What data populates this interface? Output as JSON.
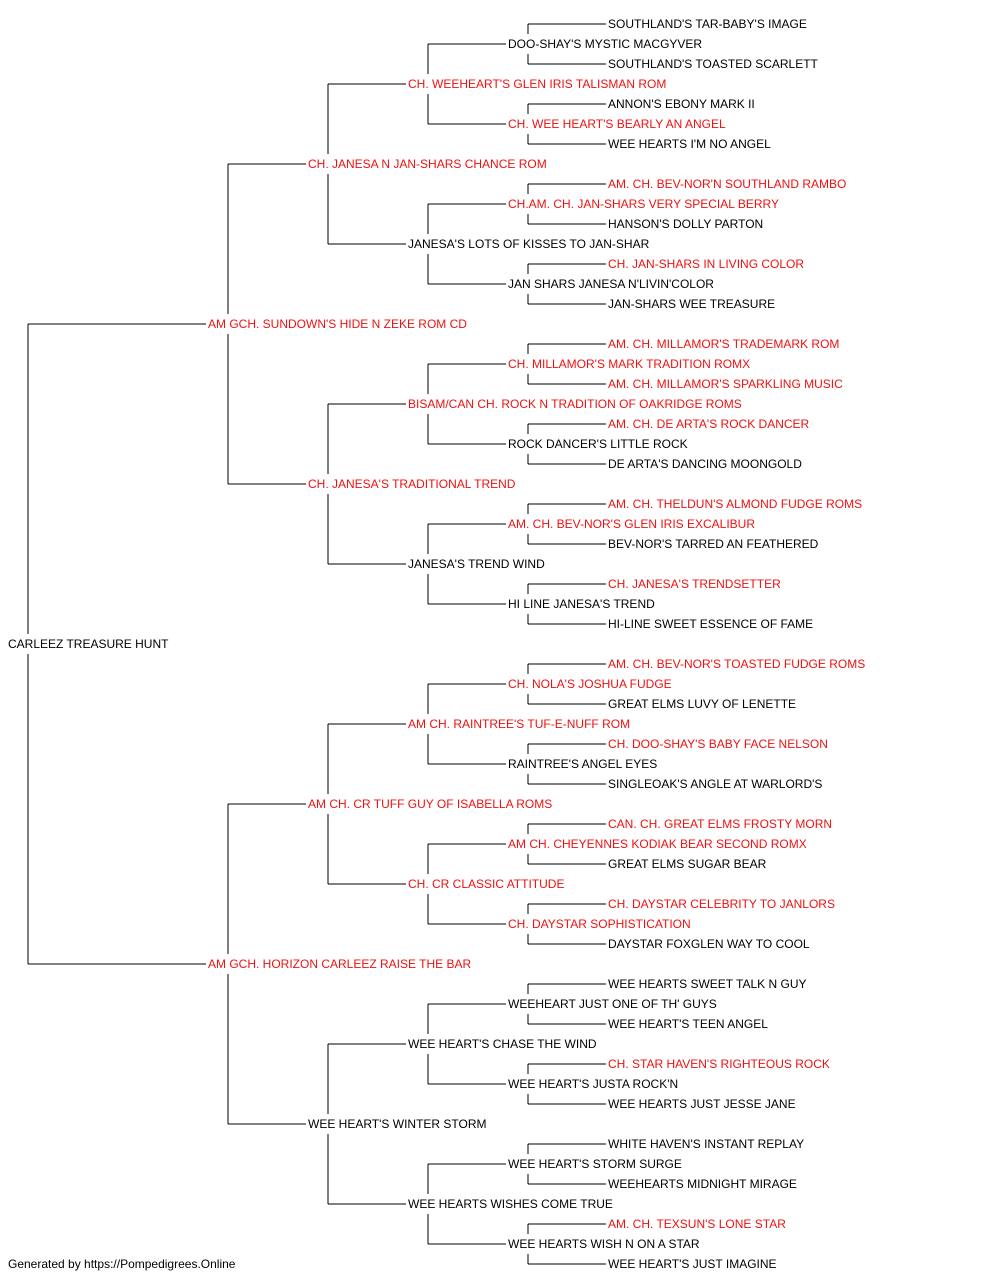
{
  "colors": {
    "champion": "#ee1111",
    "regular": "#000000",
    "line": "#000000"
  },
  "footer": "Generated by https://Pompedigrees.Online",
  "pedigree": {
    "name": "CARLEEZ TREASURE HUNT",
    "champion": false,
    "sire": {
      "name": "AM GCH. SUNDOWN'S HIDE N ZEKE ROM CD",
      "champion": true,
      "sire": {
        "name": "CH. JANESA N JAN-SHARS CHANCE ROM",
        "champion": true,
        "sire": {
          "name": "CH. WEEHEART'S GLEN IRIS TALISMAN ROM",
          "champion": true,
          "sire": {
            "name": "DOO-SHAY'S MYSTIC MACGYVER",
            "champion": false,
            "sire": {
              "name": "SOUTHLAND'S TAR-BABY'S IMAGE",
              "champion": false
            },
            "dam": {
              "name": "SOUTHLAND'S TOASTED SCARLETT",
              "champion": false
            }
          },
          "dam": {
            "name": "CH. WEE HEART'S BEARLY AN ANGEL",
            "champion": true,
            "sire": {
              "name": "ANNON'S EBONY MARK II",
              "champion": false
            },
            "dam": {
              "name": "WEE HEARTS I'M NO ANGEL",
              "champion": false
            }
          }
        },
        "dam": {
          "name": "JANESA'S LOTS OF KISSES TO JAN-SHAR",
          "champion": false,
          "sire": {
            "name": "CH.AM. CH. JAN-SHARS VERY SPECIAL BERRY",
            "champion": true,
            "sire": {
              "name": "AM. CH. BEV-NOR'N SOUTHLAND RAMBO",
              "champion": true
            },
            "dam": {
              "name": "HANSON'S DOLLY PARTON",
              "champion": false
            }
          },
          "dam": {
            "name": "JAN SHARS JANESA N'LIVIN'COLOR",
            "champion": false,
            "sire": {
              "name": "CH. JAN-SHARS IN LIVING COLOR",
              "champion": true
            },
            "dam": {
              "name": "JAN-SHARS WEE TREASURE",
              "champion": false
            }
          }
        }
      },
      "dam": {
        "name": "CH. JANESA'S TRADITIONAL TREND",
        "champion": true,
        "sire": {
          "name": "BISAM/CAN CH. ROCK N TRADITION OF OAKRIDGE ROMS",
          "champion": true,
          "sire": {
            "name": "CH. MILLAMOR'S MARK TRADITION ROMX",
            "champion": true,
            "sire": {
              "name": "AM. CH. MILLAMOR'S TRADEMARK ROM",
              "champion": true
            },
            "dam": {
              "name": "AM. CH. MILLAMOR'S SPARKLING MUSIC",
              "champion": true
            }
          },
          "dam": {
            "name": "ROCK DANCER'S LITTLE ROCK",
            "champion": false,
            "sire": {
              "name": "AM. CH. DE ARTA'S ROCK DANCER",
              "champion": true
            },
            "dam": {
              "name": "DE ARTA'S DANCING MOONGOLD",
              "champion": false
            }
          }
        },
        "dam": {
          "name": "JANESA'S TREND WIND",
          "champion": false,
          "sire": {
            "name": "AM. CH. BEV-NOR'S GLEN IRIS EXCALIBUR",
            "champion": true,
            "sire": {
              "name": "AM. CH. THELDUN'S ALMOND FUDGE ROMS",
              "champion": true
            },
            "dam": {
              "name": "BEV-NOR'S TARRED AN FEATHERED",
              "champion": false
            }
          },
          "dam": {
            "name": "HI LINE JANESA'S TREND",
            "champion": false,
            "sire": {
              "name": "CH. JANESA'S TRENDSETTER",
              "champion": true
            },
            "dam": {
              "name": "HI-LINE SWEET ESSENCE OF FAME",
              "champion": false
            }
          }
        }
      }
    },
    "dam": {
      "name": "AM GCH. HORIZON CARLEEZ RAISE THE BAR",
      "champion": true,
      "sire": {
        "name": "AM CH. CR TUFF GUY OF ISABELLA ROMS",
        "champion": true,
        "sire": {
          "name": "AM CH. RAINTREE'S TUF-E-NUFF ROM",
          "champion": true,
          "sire": {
            "name": "CH. NOLA'S JOSHUA FUDGE",
            "champion": true,
            "sire": {
              "name": "AM. CH. BEV-NOR'S TOASTED FUDGE ROMS",
              "champion": true
            },
            "dam": {
              "name": "GREAT ELMS LUVY OF LENETTE",
              "champion": false
            }
          },
          "dam": {
            "name": "RAINTREE'S ANGEL EYES",
            "champion": false,
            "sire": {
              "name": "CH. DOO-SHAY'S BABY FACE NELSON",
              "champion": true
            },
            "dam": {
              "name": "SINGLEOAK'S ANGLE AT WARLORD'S",
              "champion": false
            }
          }
        },
        "dam": {
          "name": "CH. CR CLASSIC ATTITUDE",
          "champion": true,
          "sire": {
            "name": "AM CH. CHEYENNES KODIAK BEAR SECOND ROMX",
            "champion": true,
            "sire": {
              "name": "CAN. CH. GREAT ELMS FROSTY MORN",
              "champion": true
            },
            "dam": {
              "name": "GREAT ELMS SUGAR BEAR",
              "champion": false
            }
          },
          "dam": {
            "name": "CH. DAYSTAR SOPHISTICATION",
            "champion": true,
            "sire": {
              "name": "CH. DAYSTAR CELEBRITY TO JANLORS",
              "champion": true
            },
            "dam": {
              "name": "DAYSTAR FOXGLEN WAY TO COOL",
              "champion": false
            }
          }
        }
      },
      "dam": {
        "name": "WEE HEART'S WINTER STORM",
        "champion": false,
        "sire": {
          "name": "WEE HEART'S CHASE THE WIND",
          "champion": false,
          "sire": {
            "name": "WEEHEART JUST ONE OF TH' GUYS",
            "champion": false,
            "sire": {
              "name": "WEE HEARTS SWEET TALK N GUY",
              "champion": false
            },
            "dam": {
              "name": "WEE HEART'S TEEN ANGEL",
              "champion": false
            }
          },
          "dam": {
            "name": "WEE HEART'S JUSTA ROCK'N",
            "champion": false,
            "sire": {
              "name": "CH. STAR HAVEN'S RIGHTEOUS ROCK",
              "champion": true
            },
            "dam": {
              "name": "WEE HEARTS JUST JESSE JANE",
              "champion": false
            }
          }
        },
        "dam": {
          "name": "WEE HEARTS WISHES COME TRUE",
          "champion": false,
          "sire": {
            "name": "WEE HEART'S STORM SURGE",
            "champion": false,
            "sire": {
              "name": "WHITE HAVEN'S INSTANT REPLAY",
              "champion": false
            },
            "dam": {
              "name": "WEEHEARTS MIDNIGHT MIRAGE",
              "champion": false
            }
          },
          "dam": {
            "name": "WEE HEARTS WISH N ON A STAR",
            "champion": false,
            "sire": {
              "name": "AM. CH. TEXSUN'S LONE STAR",
              "champion": true
            },
            "dam": {
              "name": "WEE HEART'S JUST IMAGINE",
              "champion": false
            }
          }
        }
      }
    }
  }
}
